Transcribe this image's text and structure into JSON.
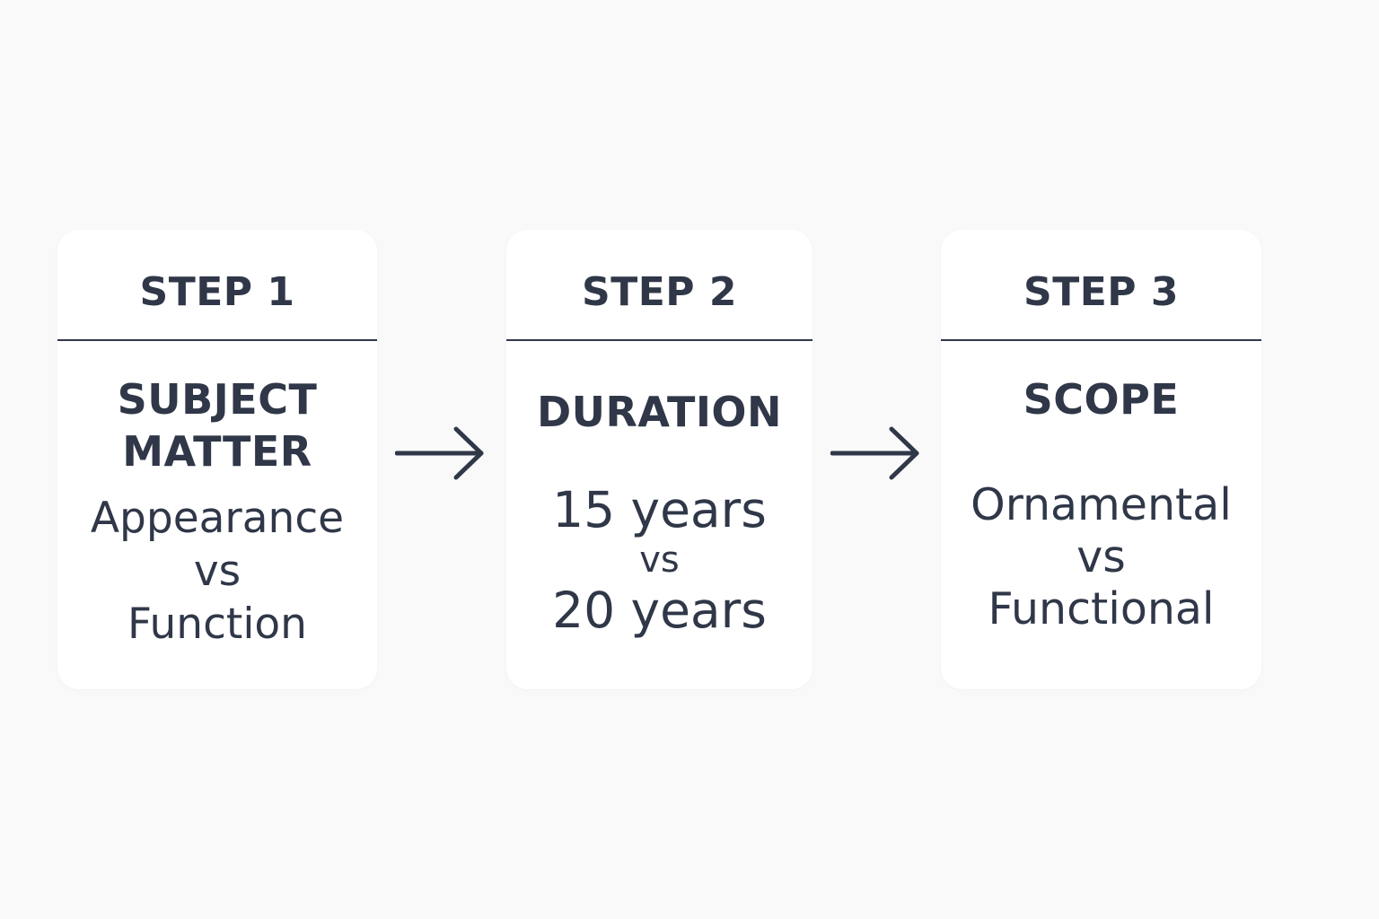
{
  "steps": [
    {
      "label": "STEP 1",
      "heading": [
        "SUBJECT",
        "MATTER"
      ],
      "body": [
        "Appearance",
        "vs",
        "Function"
      ]
    },
    {
      "label": "STEP 2",
      "heading": [
        "DURATION"
      ],
      "body": [
        "15 years",
        "vs",
        "20 years"
      ]
    },
    {
      "label": "STEP 3",
      "heading": [
        "SCOPE"
      ],
      "body": [
        "Ornamental",
        "vs",
        "Functional"
      ]
    }
  ],
  "icons": {
    "connector": "arrow-right-icon"
  },
  "colors": {
    "background": "#f9f9fa",
    "card": "#ffffff",
    "text": "#2f3748"
  }
}
